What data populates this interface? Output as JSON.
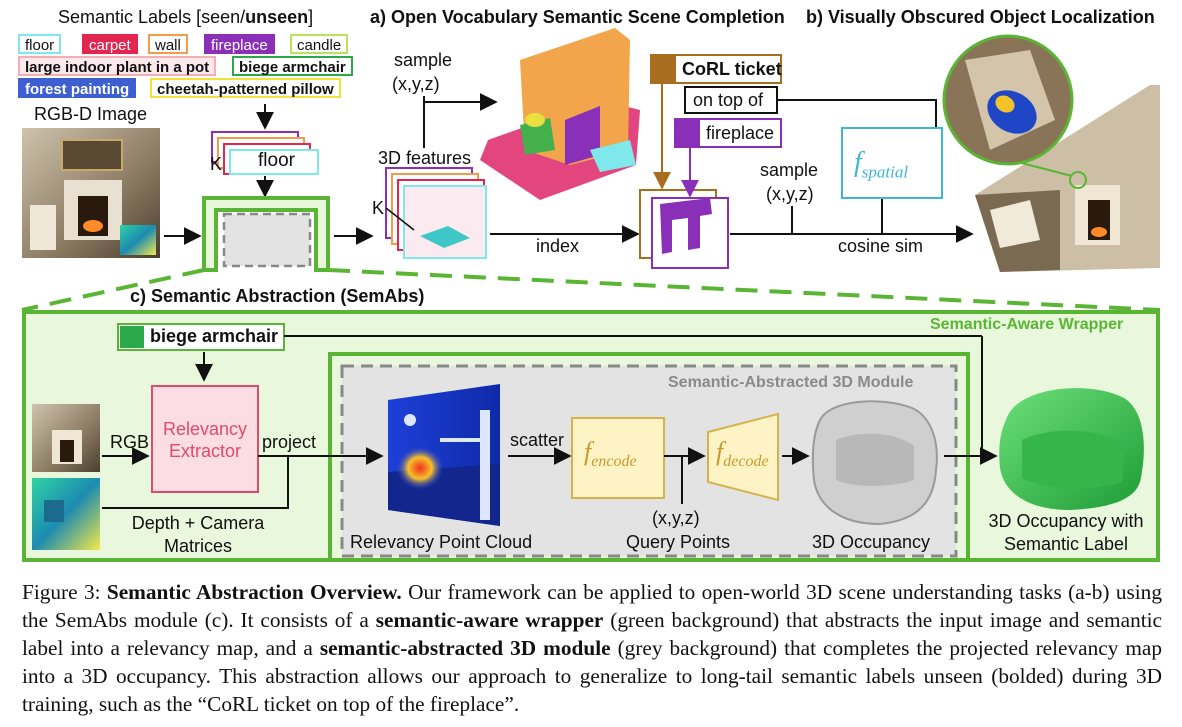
{
  "labels_panel": {
    "title_prefix": "Semantic Labels [seen/",
    "title_bold": "unseen",
    "title_suffix": "]",
    "chips": [
      {
        "text": "floor",
        "color": "#7ee8ea",
        "bold": false
      },
      {
        "text": "carpet",
        "color": "#e2264f",
        "bold": false
      },
      {
        "text": "wall",
        "color": "#f39a4b",
        "bold": false
      },
      {
        "text": "fireplace",
        "color": "#8a2fb8",
        "bold": false
      },
      {
        "text": "candle",
        "color": "#b9e35a",
        "bold": false
      },
      {
        "text": "large indoor plant in a pot",
        "color": "#f3aeb7",
        "bold": true
      },
      {
        "text": "biege armchair",
        "color": "#2aa84a",
        "bold": true
      },
      {
        "text": "forest painting",
        "color": "#3d5fd1",
        "bold": true
      },
      {
        "text": "cheetah-patterned pillow",
        "color": "#f2e137",
        "bold": true
      }
    ]
  },
  "rgbd_title": "RGB-D Image",
  "k_label": "K",
  "stack_label": "floor",
  "section_a": {
    "title": "a) Open Vocabulary Semantic Scene Completion",
    "sample": "sample",
    "xyz": "(x,y,z)",
    "features": "3D features",
    "k": "K",
    "index": "index"
  },
  "section_b": {
    "title": "b) Visually Obscured Object Localization",
    "corl": "CoRL ticket",
    "on_top_of": "on top of",
    "fireplace": "fireplace",
    "sample": "sample",
    "xyz": "(x,y,z)",
    "f_main": "f",
    "f_sub": "spatial",
    "cosine": "cosine sim"
  },
  "section_c": {
    "title": "c) Semantic Abstraction (SemAbs)",
    "wrapper": "Semantic-Aware Wrapper",
    "module": "Semantic-Abstracted 3D Module",
    "armchair": "biege armchair",
    "relevancy": [
      "Relevancy",
      "Extractor"
    ],
    "rgb": "RGB",
    "project": "project",
    "depth": [
      "Depth + Camera",
      "Matrices"
    ],
    "rel_cloud": "Relevancy Point Cloud",
    "scatter": "scatter",
    "f_main": "f",
    "enc_sub": "encode",
    "dec_sub": "decode",
    "xyz": "(x,y,z)",
    "query": "Query Points",
    "occ": "3D Occupancy",
    "occ_sem": [
      "3D Occupancy with",
      "Semantic Label"
    ]
  },
  "caption": {
    "fig": "Figure 3: ",
    "title": "Semantic Abstraction Overview.",
    "t1": " Our framework can be applied to open-world 3D scene understanding tasks (a-b) using the SemAbs module (c). It consists of a ",
    "b1": "semantic-aware wrapper",
    "t2": " (green background) that abstracts the input image and semantic label into a relevancy map, and a ",
    "b2": "semantic-abstracted 3D module",
    "t3": " (grey background) that completes the projected relevancy map into a 3D occupancy. This abstraction allows our approach to generalize to long-tail semantic labels unseen (bolded) during 3D training, such as the “CoRL ticket on top of the fireplace”."
  },
  "colors": {
    "green": "#5bb534",
    "green_bg": "#e9f7dc",
    "grey_bg": "#e3e3e3",
    "yellow_box": "#fdf3c4",
    "yellow_border": "#d6b24d",
    "pink_box": "#fbdde3",
    "pink_border": "#e04a6b",
    "cyan": "#3fb6d6",
    "brown": "#a86d1f",
    "purple": "#8a2fb8"
  }
}
